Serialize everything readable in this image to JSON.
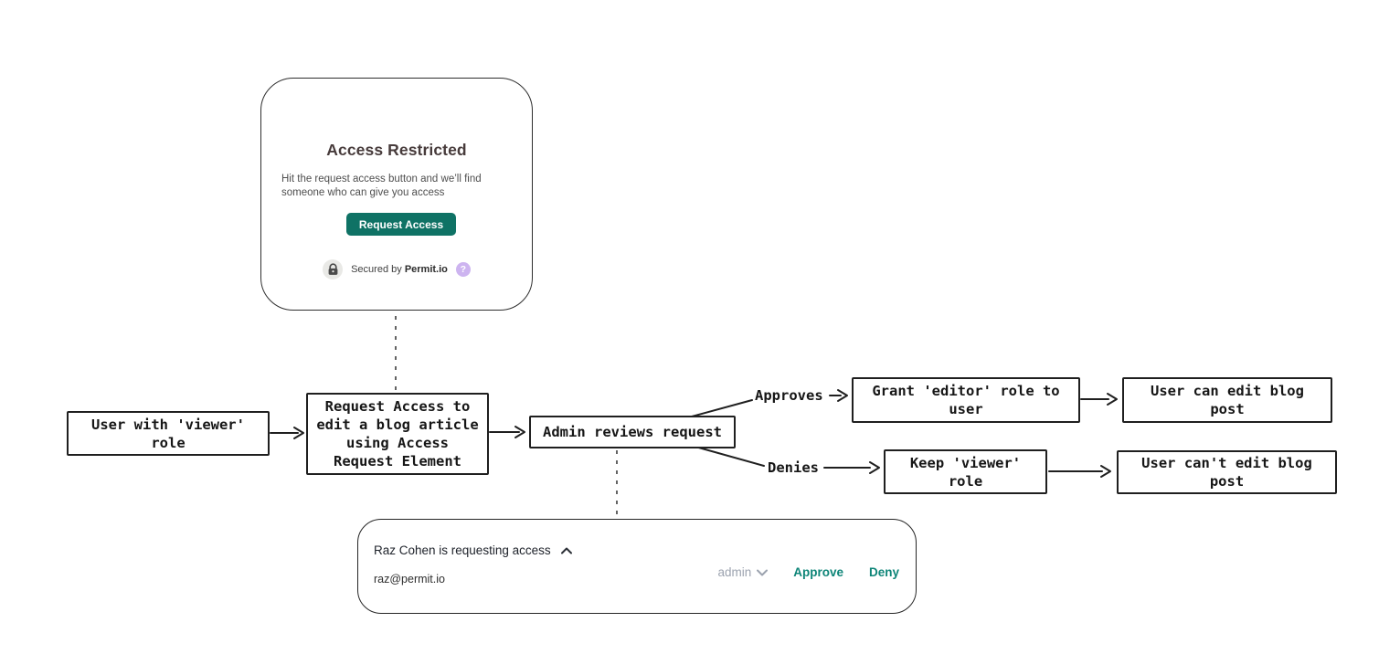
{
  "access_card": {
    "title": "Access Restricted",
    "description": "Hit the request access button and we’ll find\nsomeone who can give you access",
    "button_label": "Request Access",
    "secured_prefix": "Secured by",
    "secured_brand": "Permit.io",
    "help_glyph": "?"
  },
  "flow": {
    "nodes": {
      "viewer_user": {
        "label": "User with 'viewer'\nrole"
      },
      "request_access": {
        "label": "Request Access to\nedit a blog article\nusing Access\nRequest Element"
      },
      "admin_review": {
        "label": "Admin reviews request"
      },
      "grant_editor": {
        "label": "Grant 'editor' role to\nuser"
      },
      "can_edit": {
        "label": "User can edit blog\npost"
      },
      "keep_viewer": {
        "label": "Keep 'viewer'\nrole"
      },
      "cant_edit": {
        "label": "User can't edit blog\npost"
      }
    },
    "edge_labels": {
      "approves": "Approves",
      "denies": "Denies"
    }
  },
  "request_card": {
    "header": "Raz Cohen is requesting access",
    "email": "raz@permit.io",
    "role_value": "admin",
    "approve_label": "Approve",
    "deny_label": "Deny"
  },
  "colors": {
    "accent_teal": "#0f7265",
    "link_teal": "#0e8578",
    "help_badge_purple": "#cdb4f0",
    "muted_gray": "#9ca3af",
    "diagram_stroke": "#1f1f1f"
  },
  "icons": {
    "secured_lock": "lock-icon",
    "help": "question-mark-icon",
    "header_collapse": "chevron-up-icon",
    "role_dropdown": "chevron-down-icon"
  }
}
